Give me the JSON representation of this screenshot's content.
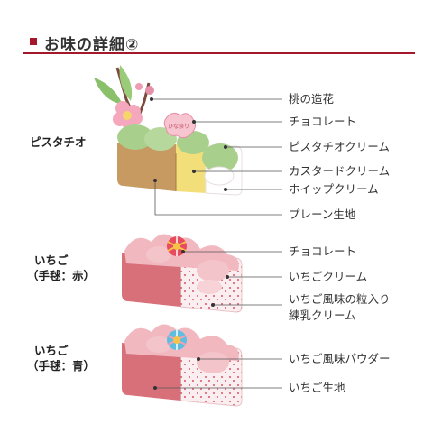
{
  "header": {
    "title": "お味の詳細②"
  },
  "cakes": [
    {
      "name": "ピスタチオ",
      "parts": [
        "桃の造花",
        "チョコレート",
        "ピスタチオクリーム",
        "カスタードクリーム",
        "ホイップクリーム",
        "プレーン生地"
      ],
      "plaque_text": "ひな祭り"
    },
    {
      "name": "いちご",
      "sub": "（手毬：赤）",
      "parts": [
        "チョコレート",
        "いちごクリーム",
        "いちご風味の粒入り",
        "練乳クリーム"
      ]
    },
    {
      "name": "いちご",
      "sub": "（手毬：青）",
      "parts": [
        "いちご風味パウダー",
        "いちご生地"
      ]
    }
  ],
  "colors": {
    "accent": "#a3182a",
    "pistachio_cream": "#a9cf8c",
    "strawberry_sponge": "#d8707a",
    "strawberry_cream": "#f2b8c0",
    "custard": "#f3df7a",
    "plain_sponge": "#c79a62"
  }
}
